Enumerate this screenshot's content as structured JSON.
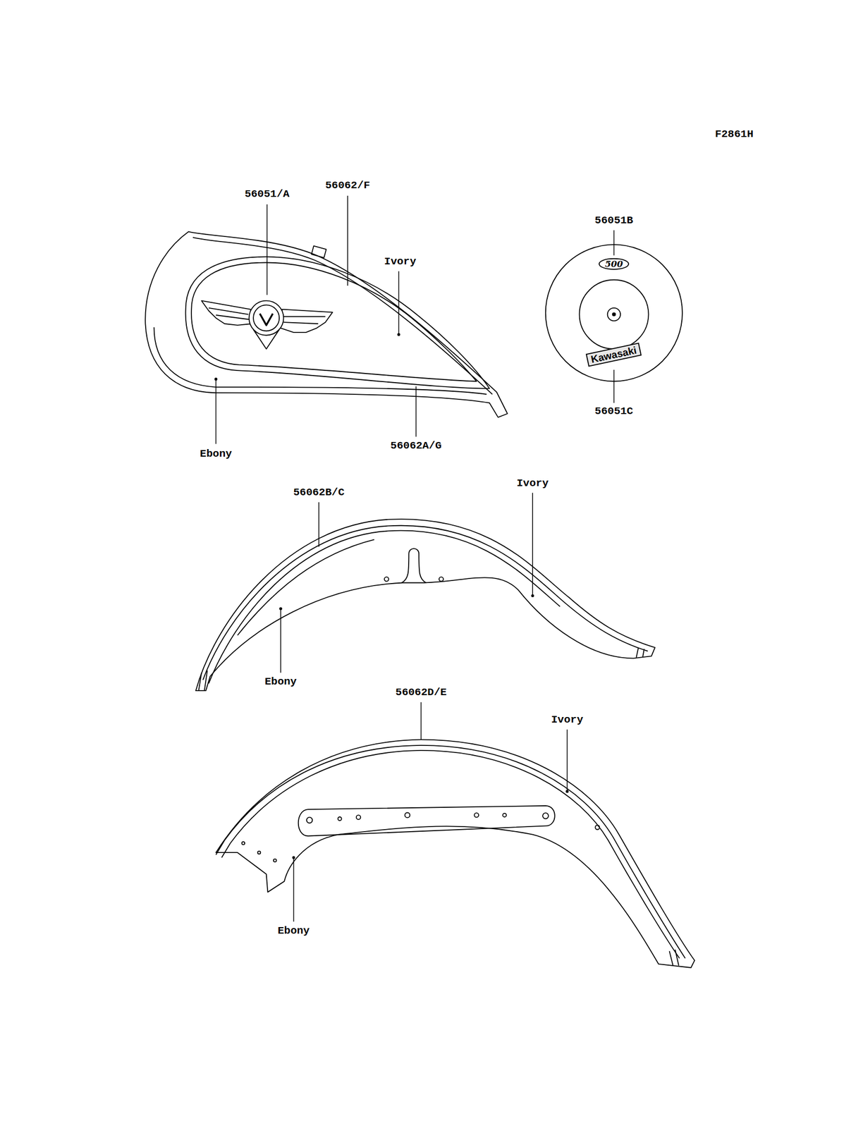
{
  "diagram": {
    "labels": [
      "F2861H",
      "56051/A",
      "56062/F",
      "Ivory",
      "56051B",
      "500",
      "Kawasaki",
      "Ebony",
      "56062A/G",
      "56051C",
      "56062B/C",
      "Ivory",
      "Ebony",
      "56062D/E",
      "Ivory",
      "Ebony"
    ]
  }
}
